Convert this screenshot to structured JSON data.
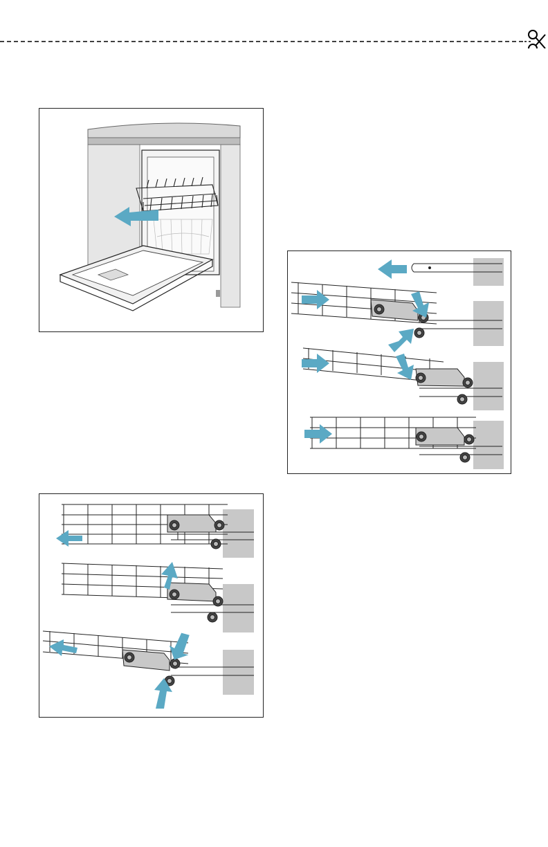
{
  "figures": [
    {
      "id": "dishwasher",
      "depicts": "open-dishwasher-upper-basket-pulled-out"
    },
    {
      "id": "remove-basket",
      "depicts": "roller-bracket-removal-steps"
    },
    {
      "id": "insert-basket",
      "depicts": "roller-bracket-insertion-steps"
    }
  ],
  "colors": {
    "arrow": "#5ba9c4",
    "line": "#222222",
    "grey_panel": "#c8c8c8",
    "countertop": "#d9d9d9"
  }
}
